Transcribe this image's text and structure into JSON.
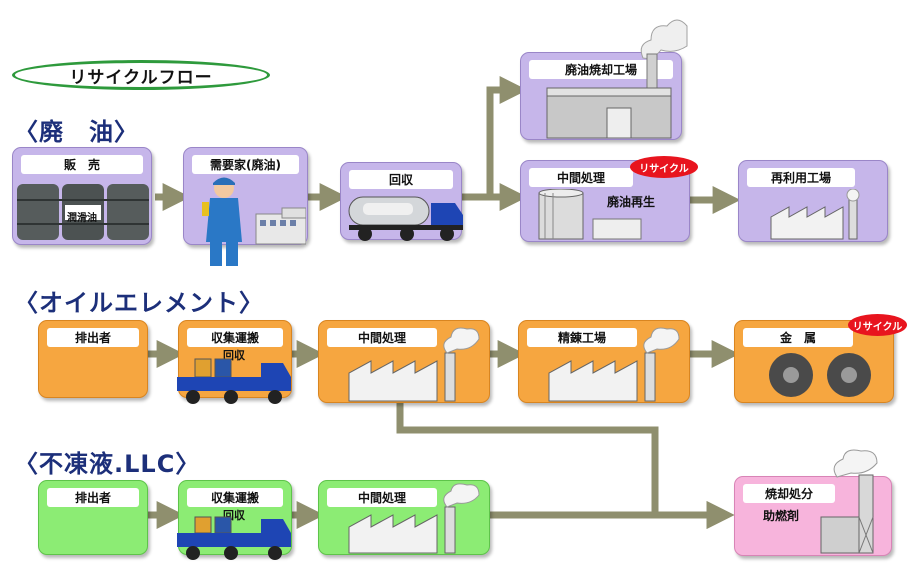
{
  "title": "リサイクルフロー",
  "sections": {
    "waste_oil": "〈廃　油〉",
    "oil_element": "〈オイルエレメント〉",
    "antifreeze": "〈不凍液.LLC〉"
  },
  "waste_oil": {
    "sales": "販　売",
    "drum_label": "潤滑油",
    "customer": "需要家(廃油)",
    "collection": "回収",
    "incineration_plant": "廃油焼却工場",
    "intermediate": "中間処理",
    "recycle_badge": "リサイクル",
    "regeneration": "廃油再生",
    "reuse_plant": "再利用工場"
  },
  "oil_element": {
    "discharger": "排出者",
    "transport": "収集運搬",
    "transport_sub": "回収",
    "intermediate": "中間処理",
    "refinery": "精錬工場",
    "metal": "金　属",
    "recycle_badge": "リサイクル"
  },
  "antifreeze": {
    "discharger": "排出者",
    "transport": "収集運搬",
    "transport_sub": "回収",
    "intermediate": "中間処理",
    "incineration": "焼却処分",
    "incineration_sub": "助燃剤"
  },
  "colors": {
    "purple": "#c6b6ea",
    "orange": "#f6a640",
    "green": "#8cec74",
    "pink": "#f7b4dc",
    "arrow": "#8f8f6e",
    "section_text": "#1c2f7a",
    "badge": "#e8141e"
  }
}
